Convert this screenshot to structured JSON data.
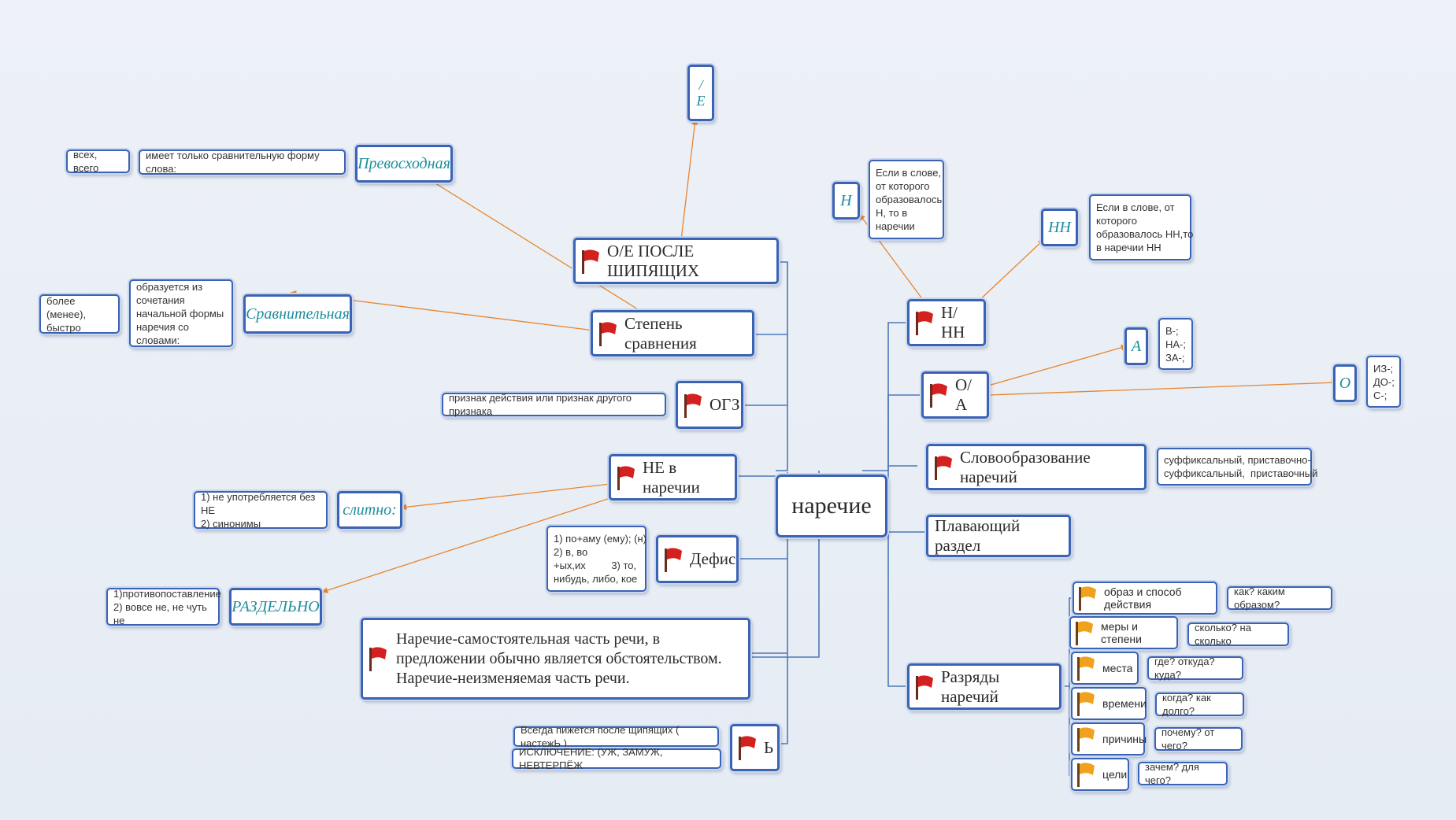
{
  "root": {
    "label": "наречие"
  },
  "branches": {
    "oe": {
      "label": "О/Е ПОСЛЕ ШИПЯЩИХ",
      "children": {
        "oe_leaf": "/\nЕ"
      }
    },
    "stepen": {
      "label": "Степень сравнения",
      "prevoskhodnaya": {
        "label": "Превосходная",
        "note": "имеет только сравнительную форму слова:",
        "example": "всех, всего"
      },
      "sravnitelnaya": {
        "label": "Сравнительная",
        "note": "образуется из сочетания начальной формы наречия со словами:",
        "example": "более (менее), быстро"
      }
    },
    "ogz": {
      "label": "ОГЗ",
      "note": "признак действия или признак другого признака"
    },
    "ne": {
      "label": "НЕ в наречии",
      "slitno": {
        "label": "слитно:",
        "note": "1) не употребляется без НЕ\n2) синонимы"
      },
      "razdelno": {
        "label": "РАЗДЕЛЬНО",
        "note": "1)противопоставление\n2) вовсе не, не чуть не"
      }
    },
    "defis": {
      "label": "Дефис",
      "note": "1) по+аму (ему); (н)\n2) в, во\n+ых,их         3) то,\nнибудь, либо, кое"
    },
    "definition": {
      "label": "Наречие-самостоятельная часть речи, в предложении обычно является обстоятельством. Наречие-неизменяемая часть речи."
    },
    "soft_sign": {
      "label": "Ь",
      "note1": "Всегда пижется после щипящих ( настежЬ )",
      "note2": "ИСКЛЮЧЕНИЕ: (УЖ, ЗАМУЖ, НЕВТЕРПЁЖ"
    },
    "nnn": {
      "label": "Н/НН",
      "n": {
        "label": "Н",
        "note": "Если в слове,\nот которого\nобразовалось\nН, то в\nнаречии"
      },
      "nn": {
        "label": "НН",
        "note": "Если в слове, от\nкоторого\nобразовалось НН,то\nв наречии НН"
      }
    },
    "oa": {
      "label": "О/А",
      "a": {
        "label": "А",
        "note": "В-;\nНА-;\nЗА-;"
      },
      "o": {
        "label": "О",
        "note": "ИЗ-;\nДО-;\nС-;"
      }
    },
    "slovoobr": {
      "label": "Словообразование наречий",
      "note": "суффиксальный, приставочно-\nсуффиксальный,  приставочный"
    },
    "floating": {
      "label": "Плавающий раздел"
    },
    "razryady": {
      "label": "Разряды наречий",
      "items": [
        {
          "label": "образ и способ действия",
          "question": "как? каким образом?"
        },
        {
          "label": "меры и степени",
          "question": "сколько? на сколько"
        },
        {
          "label": "места",
          "question": "где? откуда? куда?"
        },
        {
          "label": "времени",
          "question": "когда? как долго?"
        },
        {
          "label": "причины",
          "question": "почему? от чего?"
        },
        {
          "label": "цели",
          "question": "зачем? для чего?"
        }
      ]
    }
  },
  "colors": {
    "border": "#3b63b3",
    "connector": "#4e79b8",
    "arrow": "#e8852e",
    "teal_text": "#1f8e9e",
    "flag_red": "#d4201f",
    "flag_orange": "#f0a21f"
  },
  "icons": {
    "main_flag": "red-flag-icon",
    "sub_flag": "orange-flag-icon"
  }
}
